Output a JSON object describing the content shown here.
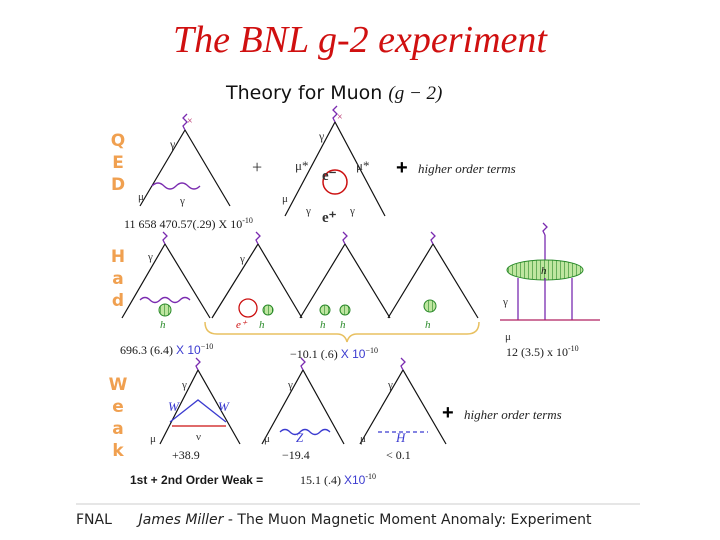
{
  "slide": {
    "title": "The BNL g-2 experiment",
    "subtitle_prefix": "Theory for Muon",
    "subtitle_formula": "(g − 2)"
  },
  "sections": {
    "qed_label": [
      "Q",
      "E",
      "D"
    ],
    "had_label": [
      "H",
      "a",
      "d"
    ],
    "weak_label": [
      "W",
      "e",
      "a",
      "k"
    ]
  },
  "qed": {
    "value": "11 658 470.57(.29)",
    "value_x": "X 10",
    "value_exp": "-10",
    "plus": "+",
    "higher_order": "higher order terms"
  },
  "hadronic": {
    "value1": "696.3 (6.4)",
    "value1_x": "X 10",
    "value1_exp": "−10",
    "value2": "−10.1 (.6)",
    "value2_x": "X 10",
    "value2_exp": "−10",
    "value3": "12 (3.5) x 10",
    "value3_exp": "-10"
  },
  "weak": {
    "w_plus_label": "+38.9",
    "z_label": "−19.4",
    "h_label": "< 0.1",
    "plus": "+",
    "higher_order": "higher order terms",
    "sum_label": "1st + 2nd Order Weak =",
    "sum_value": "15.1 (.4)",
    "sum_x": "X10",
    "sum_exp": "-10"
  },
  "footer": {
    "lab": "FNAL",
    "author": "James Miller",
    "title": "- The Muon Magnetic Moment Anomaly: Experiment"
  },
  "colors": {
    "title": "#d01010",
    "section_label": "#f0a050",
    "boson_line": "#7a2bb0",
    "muon_line": "#b02060",
    "lepton_loop": "#cc1010",
    "hadron_blob": "#2aa02a"
  }
}
